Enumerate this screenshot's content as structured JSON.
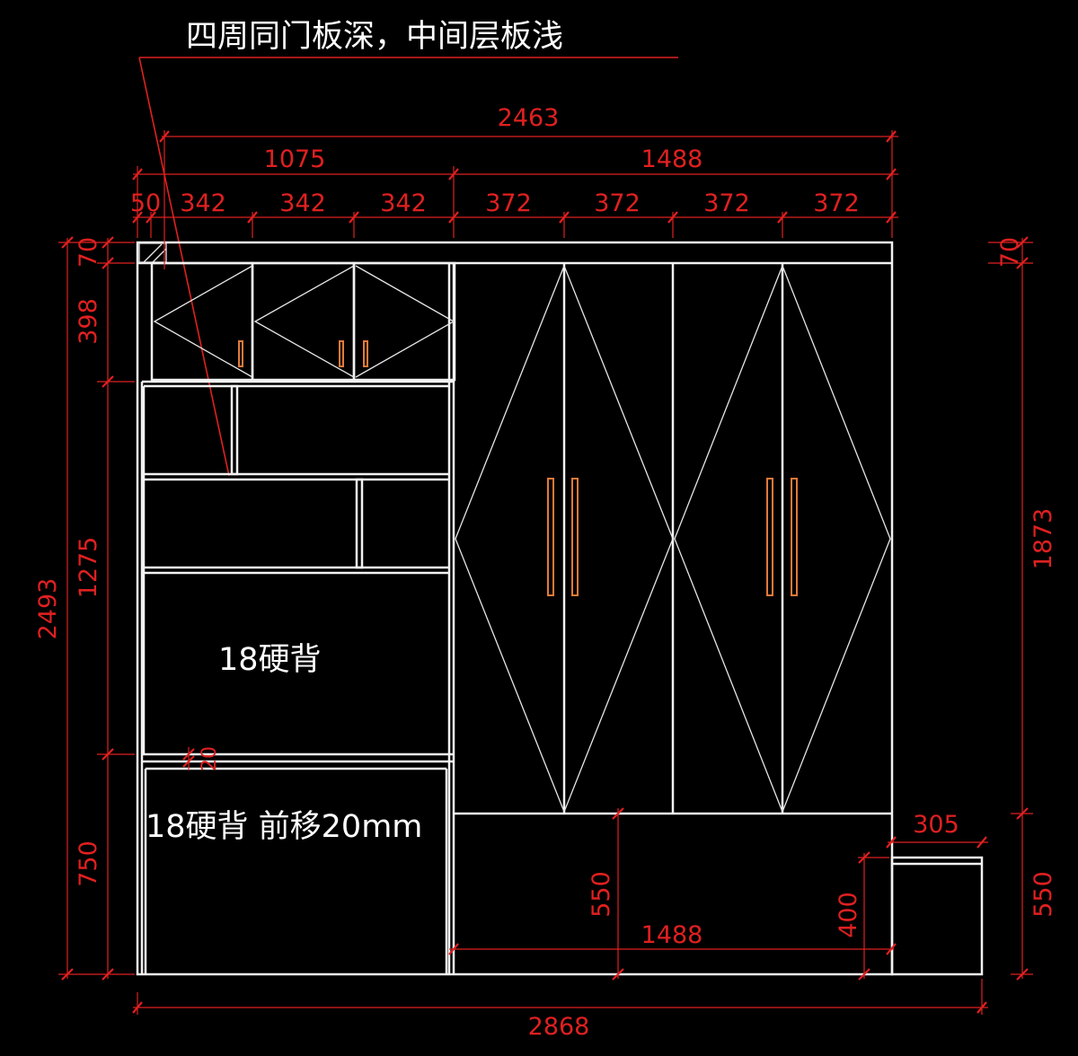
{
  "note_top": "四周同门板深，中间层板浅",
  "label_upper_back": "18硬背",
  "label_lower_back": "18硬背  前移20mm",
  "colors": {
    "background": "#000000",
    "drawing": "#f2f2f2",
    "dimension": "#e02020",
    "handle": "#e27a3a"
  },
  "dims": {
    "total_upper": "2463",
    "left_section": "1075",
    "right_section": "1488",
    "seg_50": "50",
    "seg_342_a": "342",
    "seg_342_b": "342",
    "seg_342_c": "342",
    "seg_372_a": "372",
    "seg_372_b": "372",
    "seg_372_c": "372",
    "seg_372_d": "372",
    "left_total_height": "2493",
    "left_top": "70",
    "left_upper_cab": "398",
    "left_middle": "1275",
    "left_bottom": "750",
    "shelf_step": "20",
    "right_top": "70",
    "right_wardrobe": "1873",
    "right_base": "550",
    "bench_width": "305",
    "drawer_height": "550",
    "drawer_width": "1488",
    "bench_height": "400",
    "total_width": "2868"
  }
}
